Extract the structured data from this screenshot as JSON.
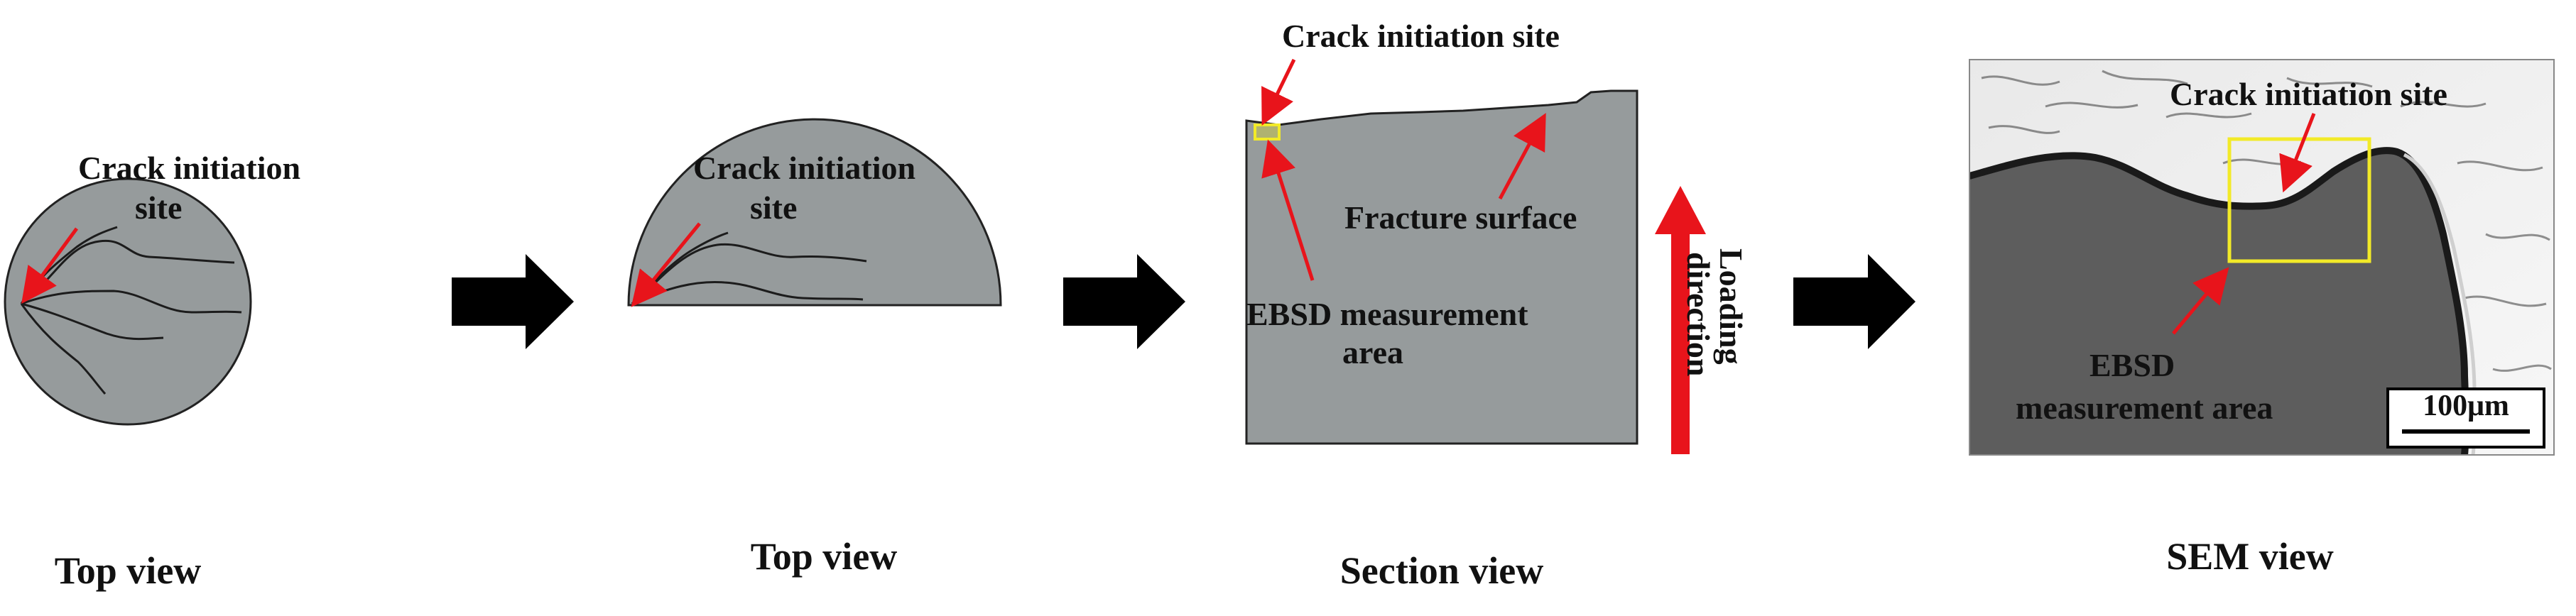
{
  "panels": {
    "top_view_full": {
      "annotation_line1": "Crack initiation",
      "annotation_line2": "site",
      "caption": "Top view"
    },
    "top_view_half": {
      "annotation_line1": "Crack initiation",
      "annotation_line2": "site",
      "caption": "Top view"
    },
    "section_view": {
      "crack_label": "Crack initiation site",
      "fracture_label": "Fracture surface",
      "ebsd_line1": "EBSD measurement",
      "ebsd_line2": "area",
      "loading_line1": "Loading",
      "loading_line2": "direction",
      "caption": "Section view"
    },
    "sem_view": {
      "crack_label": "Crack initiation site",
      "ebsd_line1": "EBSD",
      "ebsd_line2": "measurement area",
      "scale_bar": "100μm",
      "caption": "SEM view"
    }
  },
  "colors": {
    "specimen_gray": "#969b9c",
    "annotation_red": "#e8141b",
    "highlight_yellow": "#f2ea28",
    "flow_arrow": "#000000"
  }
}
